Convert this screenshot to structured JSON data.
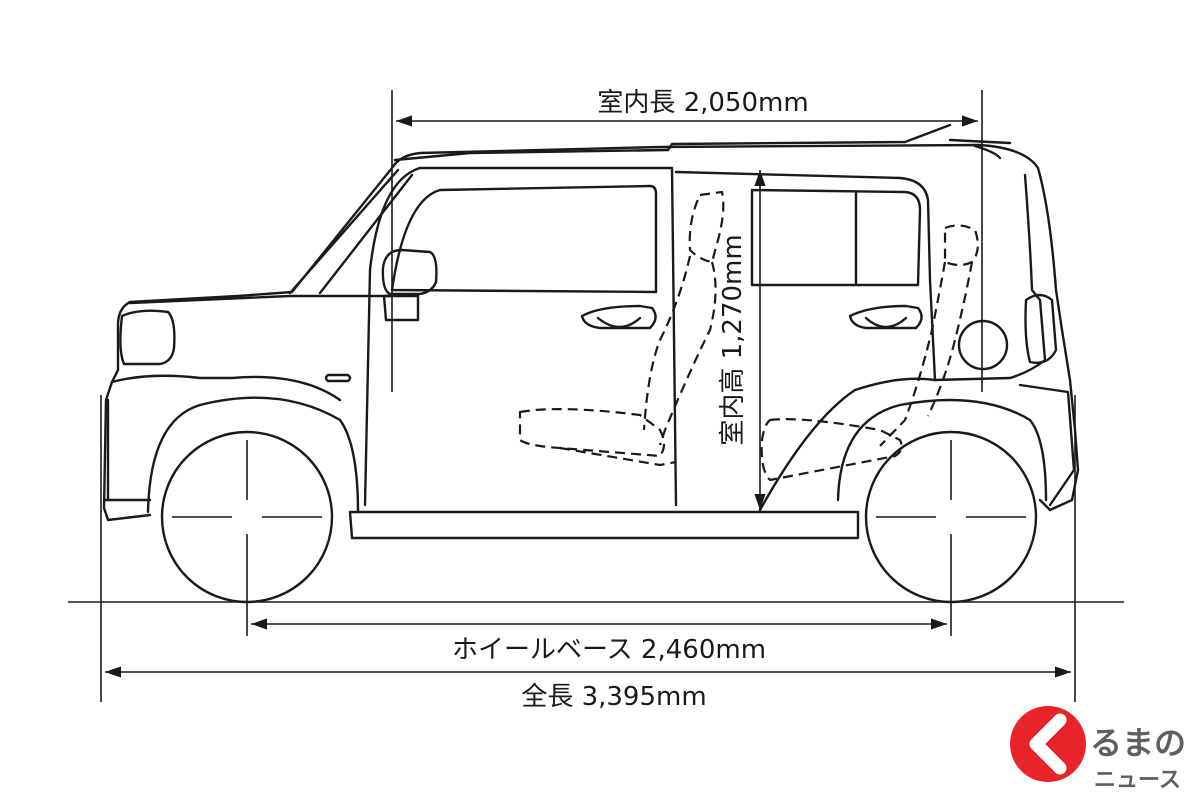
{
  "diagram": {
    "interior_length_label": "室内長 2,050mm",
    "interior_height_label": "室内高 1,270mm",
    "wheelbase_label": "ホイールベース 2,460mm",
    "overall_length_label": "全長 3,395mm"
  },
  "logo": {
    "name_line1": "るまの",
    "name_line2": "ニュース",
    "mark_color": "#e8232a"
  },
  "colors": {
    "line": "#1a1a1a",
    "background": "#ffffff"
  }
}
